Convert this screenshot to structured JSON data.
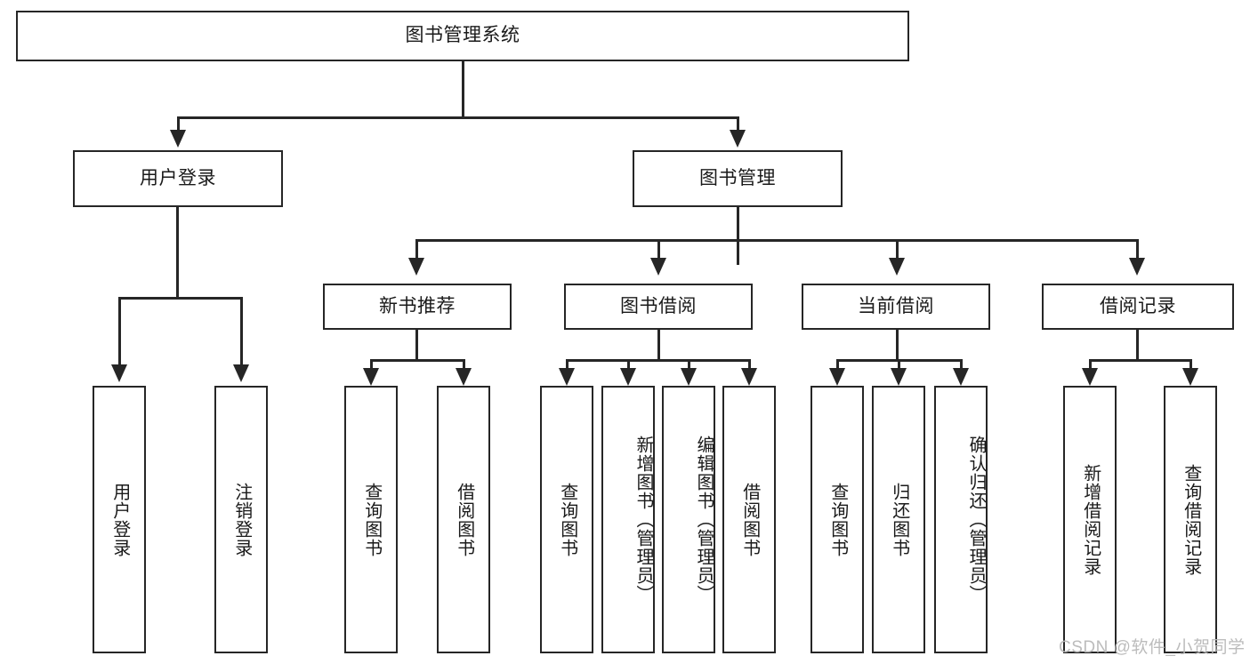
{
  "diagram": {
    "type": "tree-hierarchy-diagram",
    "title": "图书管理系统",
    "colors": {
      "box_border": "#262626",
      "box_fill": "#ffffff",
      "line": "#262626",
      "text": "#1a1a1a",
      "watermark": "#b9b9b9",
      "background": "#ffffff"
    },
    "root": {
      "label": "图书管理系统"
    },
    "level2": [
      {
        "label": "用户登录"
      },
      {
        "label": "图书管理"
      }
    ],
    "level3": [
      {
        "label": "新书推荐"
      },
      {
        "label": "图书借阅"
      },
      {
        "label": "当前借阅"
      },
      {
        "label": "借阅记录"
      }
    ],
    "leaves": {
      "user_login": [
        {
          "label": "用户登录"
        },
        {
          "label": "注销登录"
        }
      ],
      "new_book_recommend": [
        {
          "label": "查询图书"
        },
        {
          "label": "借阅图书"
        }
      ],
      "book_borrow": [
        {
          "label": "查询图书"
        },
        {
          "label": "新增图书（管理员）"
        },
        {
          "label": "编辑图书（管理员）"
        },
        {
          "label": "借阅图书"
        }
      ],
      "current_borrow": [
        {
          "label": "查询图书"
        },
        {
          "label": "归还图书"
        },
        {
          "label": "确认归还（管理员）"
        }
      ],
      "borrow_record": [
        {
          "label": "新增借阅记录"
        },
        {
          "label": "查询借阅记录"
        }
      ]
    },
    "watermark": "CSDN @软件_小贺同学"
  }
}
